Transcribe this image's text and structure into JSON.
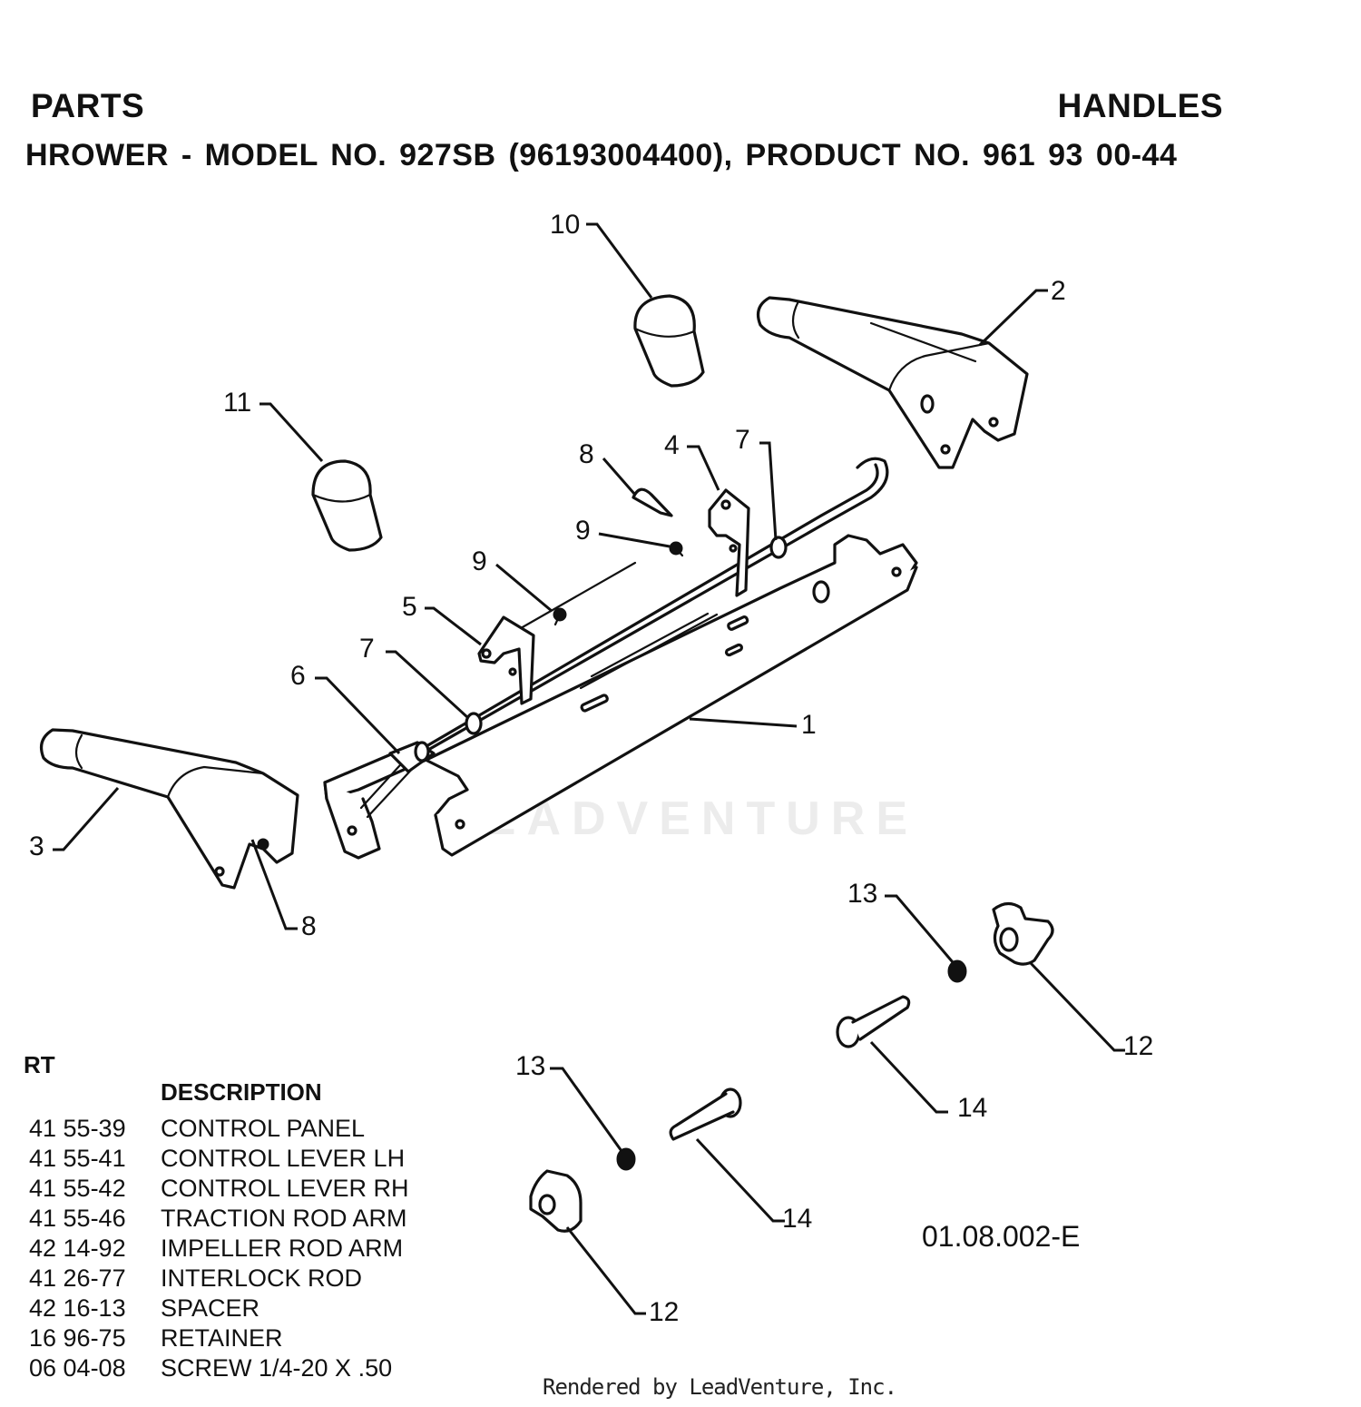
{
  "header": {
    "left_title": "PARTS",
    "right_title": "HANDLES",
    "model_line": "HROWER - MODEL NO. 927SB (96193004400), PRODUCT NO. 961 93 00-44"
  },
  "callouts": [
    "10",
    "2",
    "11",
    "8",
    "4",
    "7",
    "9",
    "9",
    "5",
    "7",
    "6",
    "1",
    "3",
    "8",
    "13",
    "12",
    "14",
    "13",
    "14",
    "12"
  ],
  "table": {
    "col_part_header": "RT",
    "col_desc_header": "DESCRIPTION",
    "rows": [
      {
        "part_no": "41 55-39",
        "description": "CONTROL PANEL"
      },
      {
        "part_no": "41 55-41",
        "description": "CONTROL LEVER LH"
      },
      {
        "part_no": "41 55-42",
        "description": "CONTROL LEVER RH"
      },
      {
        "part_no": "41 55-46",
        "description": "TRACTION ROD ARM"
      },
      {
        "part_no": "42 14-92",
        "description": "IMPELLER ROD ARM"
      },
      {
        "part_no": "41 26-77",
        "description": "INTERLOCK ROD"
      },
      {
        "part_no": "42 16-13",
        "description": "SPACER"
      },
      {
        "part_no": "16 96-75",
        "description": "RETAINER"
      },
      {
        "part_no": "06 04-08",
        "description": "SCREW 1/4-20 X .50"
      }
    ]
  },
  "drawing_code": "01.08.002-E",
  "watermark": "LEADVENTURE",
  "footer": "Rendered by LeadVenture, Inc."
}
